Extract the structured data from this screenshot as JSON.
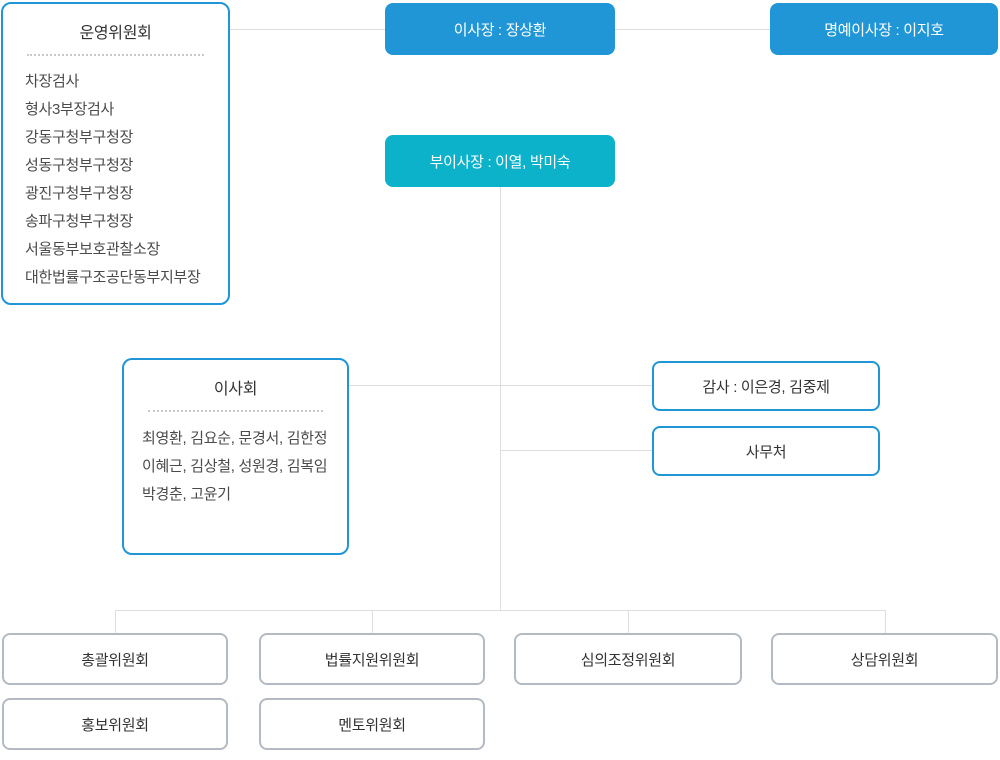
{
  "colors": {
    "accent_blue": "#2196d6",
    "accent_teal": "#0cb2c9",
    "outline_gray": "#b4bac2",
    "connector_gray": "#dcdee0",
    "text_dark": "#333333",
    "text_list": "#4b4b4b"
  },
  "chairman": {
    "label": "이사장 : 장상환"
  },
  "honorary_chairman": {
    "label": "명예이사장 : 이지호"
  },
  "vice_chairman": {
    "label": "부이사장 : 이열, 박미숙"
  },
  "operating_committee": {
    "title": "운영위원회",
    "members": [
      "차장검사",
      "형사3부장검사",
      "강동구청부구청장",
      "성동구청부구청장",
      "광진구청부구청장",
      "송파구청부구청장",
      "서울동부보호관찰소장",
      "대한법률구조공단동부지부장"
    ]
  },
  "board": {
    "title": "이사회",
    "member_lines": [
      "최영환, 김요순, 문경서, 김한정",
      "이혜근, 김상철, 성원경, 김복임",
      "박경춘, 고윤기"
    ]
  },
  "auditor": {
    "label": "감사 : 이은경, 김중제"
  },
  "secretariat": {
    "label": "사무처"
  },
  "committees": {
    "row1": [
      "총괄위원회",
      "법률지원위원회",
      "심의조정위원회",
      "상담위원회"
    ],
    "row2": [
      "홍보위원회",
      "멘토위원회"
    ]
  }
}
